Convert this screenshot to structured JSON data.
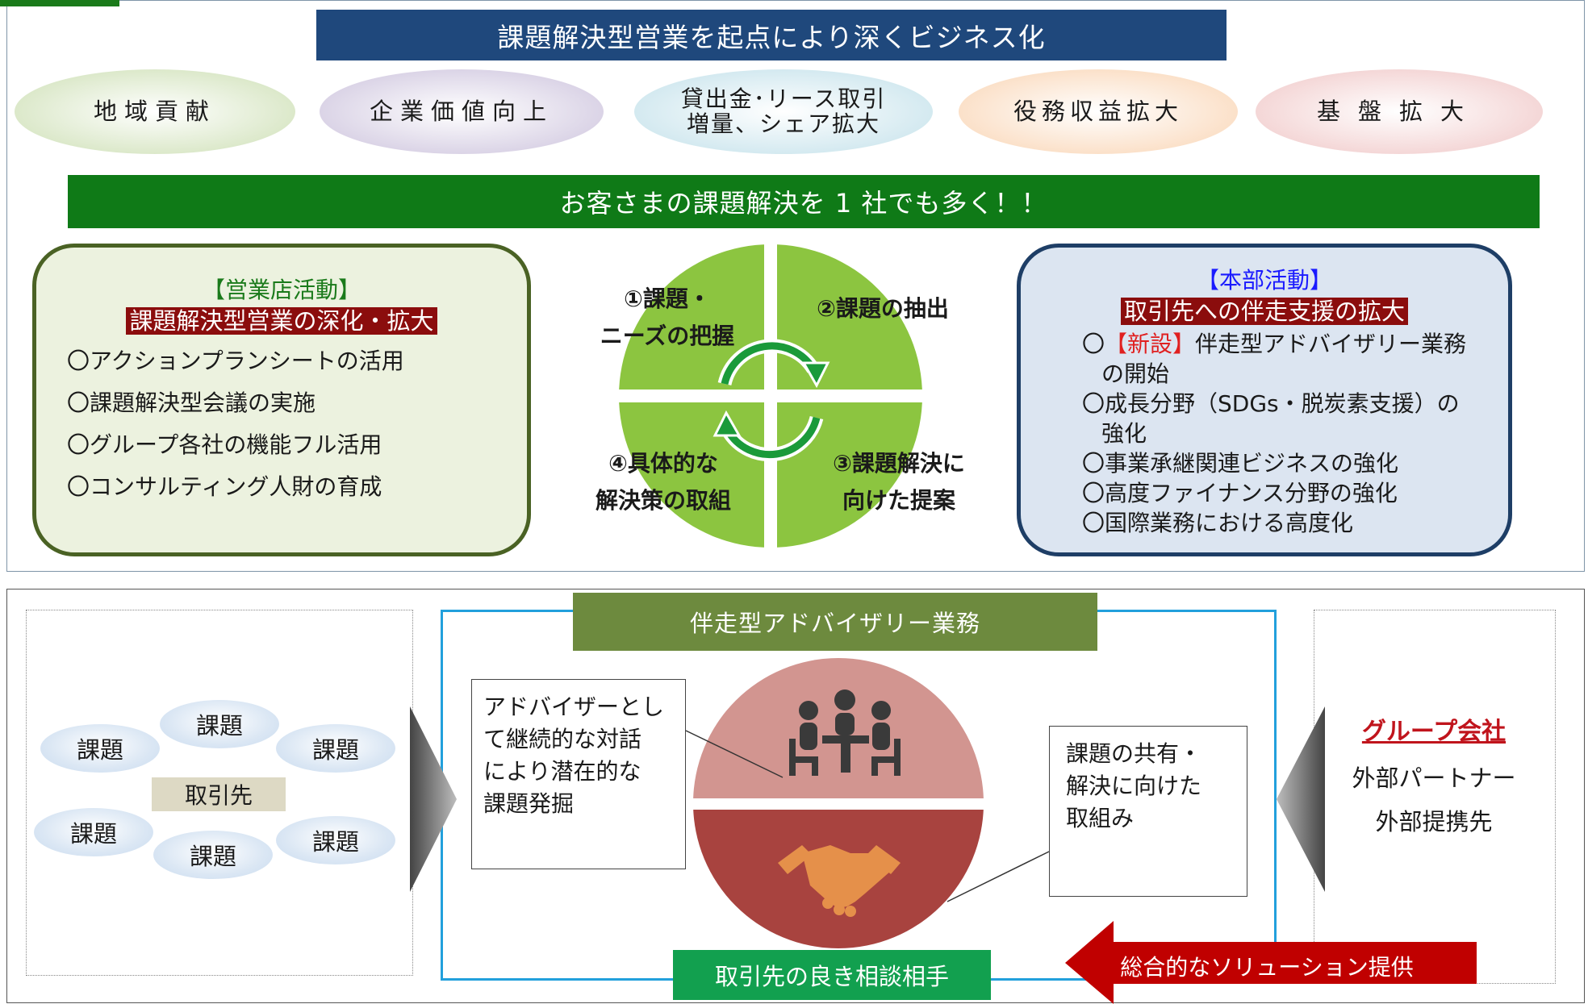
{
  "top": {
    "headline": "課題解決型営業を起点により深くビジネス化",
    "goals": [
      "地域貢献",
      "企業価値向上",
      "貸出金･リース取引",
      "増量、シェア拡大",
      "役務収益拡大",
      "基盤拡大"
    ],
    "mission": "お客さまの課題解決を 1 社でも多く！！"
  },
  "branch": {
    "tag": "【営業店活動】",
    "subtitle": "課題解決型営業の深化・拡大",
    "items": [
      "〇アクションプランシートの活用",
      "〇課題解決型会議の実施",
      "〇グループ各社の機能フル活用",
      "〇コンサルティング人財の育成"
    ]
  },
  "cycle": {
    "step1_line1": "①課題・",
    "step1_line2": "ニーズの把握",
    "step2": "②課題の抽出",
    "step3_line1": "③課題解決に",
    "step3_line2": "向けた提案",
    "step4_line1": "④具体的な",
    "step4_line2": "解決策の取組"
  },
  "hq": {
    "tag": "【本部活動】",
    "subtitle": "取引先への伴走支援の拡大",
    "item1_prefix": "〇",
    "item1_new": "【新設】",
    "item1_rest": "伴走型アドバイザリー業務",
    "item1_cont": "の開始",
    "item2": "〇成長分野（SDGs・脱炭素支援）の",
    "item2_cont": "強化",
    "item3": "〇事業承継関連ビジネスの強化",
    "item4": "〇高度ファイナンス分野の強化",
    "item5": "〇国際業務における高度化"
  },
  "bottom": {
    "issue": "課題",
    "client": "取引先",
    "advisory_title": "伴走型アドバイザリー業務",
    "note_left": [
      "アドバイザーとし",
      "て継続的な対話",
      "により潜在的な",
      "課題発掘"
    ],
    "note_right": [
      "課題の共有・",
      "解決に向けた",
      "取組み"
    ],
    "consult_title": "取引先の良き相談相手",
    "group_company": "グループ会社",
    "external_partner": "外部パートナー",
    "external_alliance": "外部提携先",
    "solution": "総合的なソリューション提供"
  },
  "colors": {
    "navy": "#1f487c",
    "green": "#0f7a17",
    "cycle_green": "#8cc540",
    "pink": "#d29590",
    "dark_red": "#a8433f",
    "arrow_red": "#c00000",
    "frame_blue": "#22a0dc"
  }
}
